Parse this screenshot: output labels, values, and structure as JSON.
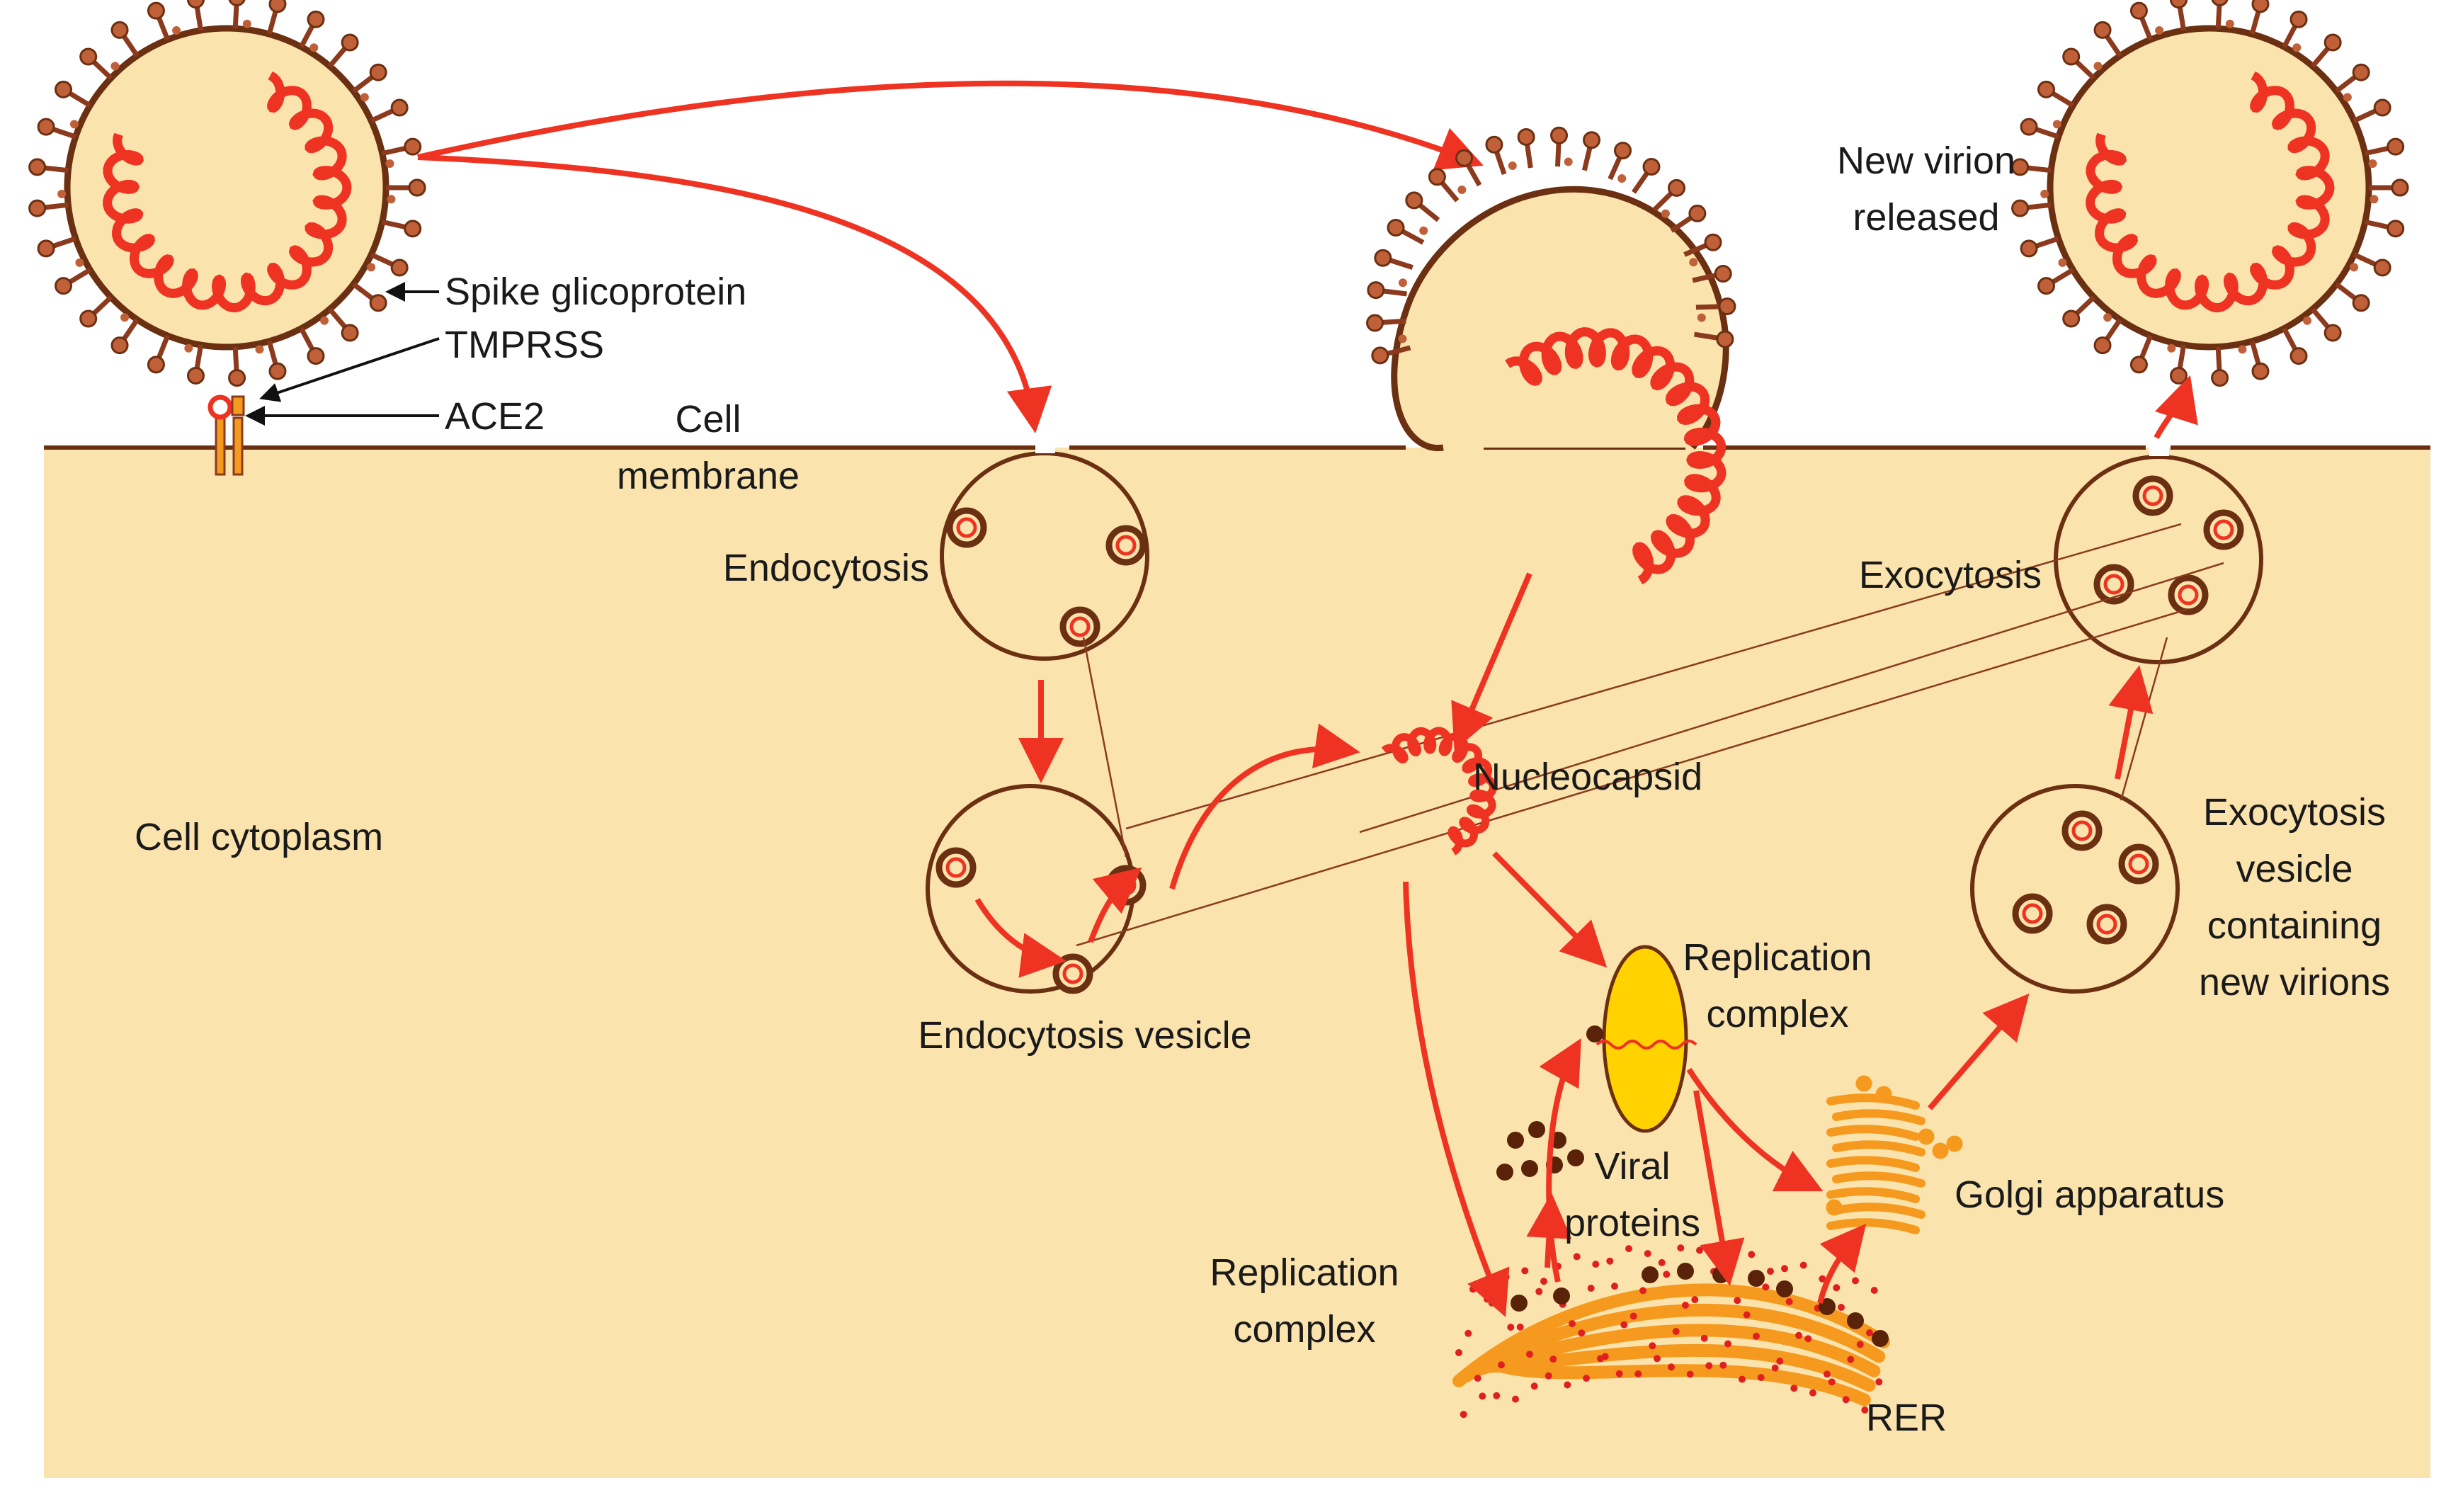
{
  "labels": {
    "spike": "Spike glicoprotein",
    "tmprss": "TMPRSS",
    "ace2": "ACE2",
    "cell_membrane_1": "Cell",
    "cell_membrane_2": "membrane",
    "endocytosis": "Endocytosis",
    "endocytosis_vesicle": "Endocytosis vesicle",
    "cell_cytoplasm": "Cell cytoplasm",
    "nucleocapsid": "Nucleocapsid",
    "replication_complex_top_1": "Replication",
    "replication_complex_top_2": "complex",
    "replication_complex_left_1": "Replication",
    "replication_complex_left_2": "complex",
    "viral_proteins_1": "Viral",
    "viral_proteins_2": "proteins",
    "golgi": "Golgi apparatus",
    "rer": "RER",
    "exocytosis": "Exocytosis",
    "exo_vesicle_1": "Exocytosis",
    "exo_vesicle_2": "vesicle",
    "exo_vesicle_3": "containing",
    "exo_vesicle_4": "new virions",
    "new_virion_1": "New virion",
    "new_virion_2": "released"
  },
  "colors": {
    "cytoplasm": "#fbe3ad",
    "virion_fill": "#fbe3ad",
    "membrane": "#6b2f12",
    "rna": "#ee3322",
    "arrow": "#ee3322",
    "spike": "#8b3a1e",
    "rer": "#f59a1e",
    "golgi": "#f59a1e",
    "replication": "#ffd200",
    "protein": "#5a2208",
    "ribosome": "#e02020"
  }
}
